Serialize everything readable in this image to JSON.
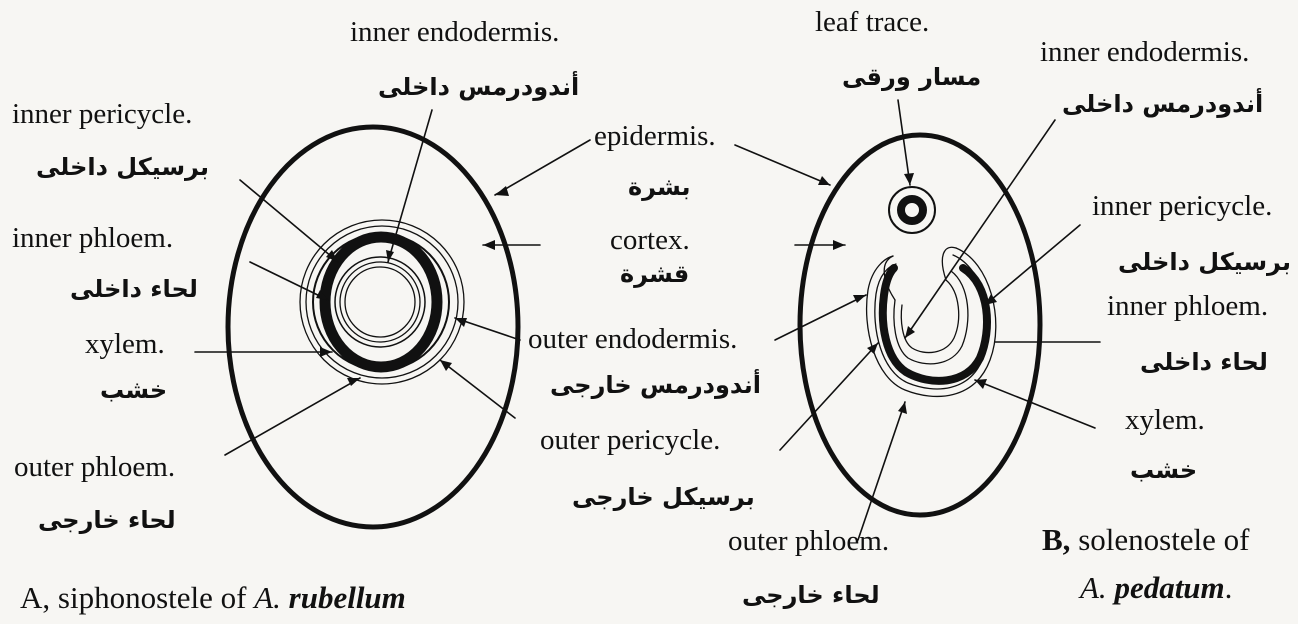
{
  "figure_A": {
    "caption_prefix": "A, siphonostele of ",
    "caption_genus": "A.",
    "caption_species": "rubellum",
    "labels": {
      "inner_endodermis_en": "inner endodermis.",
      "inner_endodermis_ar": "أندودرمس داخلى",
      "inner_pericycle_en": "inner pericycle.",
      "inner_pericycle_ar": "برسيكل داخلى",
      "inner_phloem_en": "inner phloem.",
      "inner_phloem_ar": "لحاء داخلى",
      "xylem_en": "xylem.",
      "xylem_ar": "خشب",
      "outer_phloem_en": "outer phloem.",
      "outer_phloem_ar": "لحاء خارجى"
    }
  },
  "shared": {
    "epidermis_en": "epidermis.",
    "epidermis_ar": "بشرة",
    "cortex_en": "cortex.",
    "cortex_ar": "قشرة",
    "outer_endodermis_en": "outer endodermis.",
    "outer_endodermis_ar": "أندودرمس خارجى",
    "outer_pericycle_en": "outer pericycle.",
    "outer_pericycle_ar": "برسيكل خارجى"
  },
  "figure_B": {
    "caption_prefix": "B,",
    "caption_suffix": " solenostele of",
    "caption_genus": "A.",
    "caption_species": "pedatum",
    "caption_end": ".",
    "labels": {
      "leaf_trace_en": "leaf trace.",
      "leaf_trace_ar": "مسار ورقى",
      "inner_endodermis_en": "inner endodermis.",
      "inner_endodermis_ar": "أندودرمس داخلى",
      "inner_pericycle_en": "inner pericycle.",
      "inner_pericycle_ar": "برسيكل داخلى",
      "inner_phloem_en": "inner phloem.",
      "inner_phloem_ar": "لحاء داخلى",
      "xylem_en": "xylem.",
      "xylem_ar": "خشب",
      "outer_phloem_en": "outer phloem.",
      "outer_phloem_ar": "لحاء خارجى"
    }
  },
  "colors": {
    "ink": "#111111",
    "paper": "#f7f6f3"
  }
}
